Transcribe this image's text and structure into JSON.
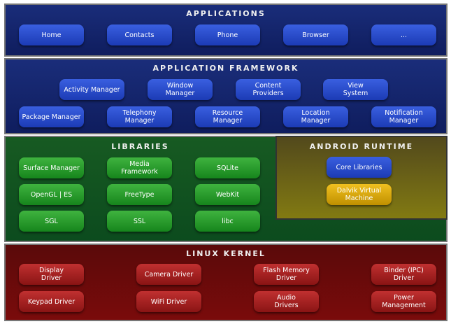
{
  "applications": {
    "title": "Applications",
    "items": [
      "Home",
      "Contacts",
      "Phone",
      "Browser",
      "..."
    ]
  },
  "framework": {
    "title": "Application Framework",
    "row1": [
      "Activity Manager",
      "Window\nManager",
      "Content\nProviders",
      "View\nSystem"
    ],
    "row2": [
      "Package Manager",
      "Telephony\nManager",
      "Resource\nManager",
      "Location\nManager",
      "Notification\nManager"
    ]
  },
  "libraries": {
    "title": "Libraries",
    "items": [
      "Surface Manager",
      "Media\nFramework",
      "SQLite",
      "OpenGL | ES",
      "FreeType",
      "WebKit",
      "SGL",
      "SSL",
      "libc"
    ]
  },
  "runtime": {
    "title": "Android Runtime",
    "items": [
      "Core Libraries",
      "Dalvik Virtual\nMachine"
    ]
  },
  "kernel": {
    "title": "Linux Kernel",
    "items": [
      "Display\nDriver",
      "Camera Driver",
      "Flash Memory\nDriver",
      "Binder (IPC)\nDriver",
      "Keypad Driver",
      "WiFi Driver",
      "Audio\nDrivers",
      "Power\nManagement"
    ]
  }
}
